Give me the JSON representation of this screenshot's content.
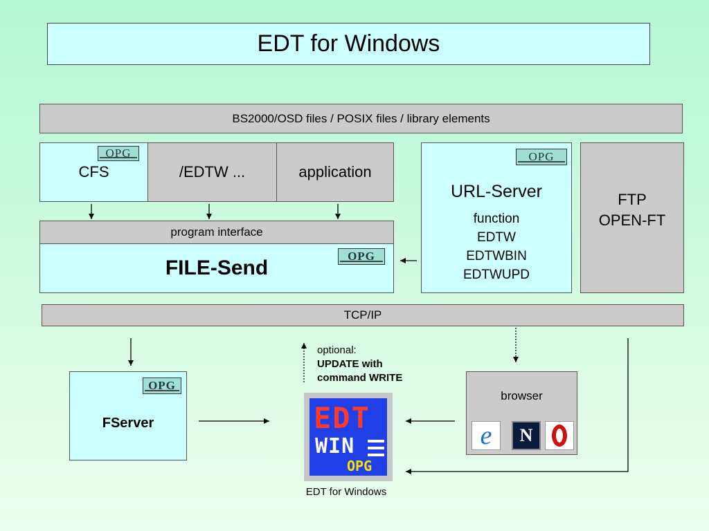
{
  "title": "EDT for Windows",
  "bs2000_label": "BS2000/OSD files /  POSIX files / library elements",
  "cfs_label": "CFS",
  "edtw_label": "/EDTW ...",
  "application_label": "application",
  "program_interface_label": "program interface",
  "file_send_label": "FILE-Send",
  "url_server": {
    "title": "URL-Server",
    "lines": [
      "function",
      "EDTW",
      "EDTWBIN",
      "EDTWUPD"
    ]
  },
  "ftp": {
    "line1": "FTP",
    "line2": "OPEN-FT"
  },
  "tcpip_label": "TCP/IP",
  "fserver_label": "FServer",
  "browser": {
    "label": "browser",
    "icons": [
      "internet-explorer-icon",
      "netscape-icon",
      "opera-icon"
    ],
    "netscape_glyph": "N"
  },
  "optional_note": {
    "line1": "optional:",
    "line2": "UPDATE with",
    "line3": "command WRITE"
  },
  "edt_logo": {
    "line1": "EDT",
    "line2": "WIN",
    "line3": "OPG"
  },
  "logo_caption": "EDT for Windows",
  "opg_logo_text": "OPG",
  "colors": {
    "box_cyan": "#ccffff",
    "box_gray": "#cbcbcb",
    "logo_blue": "#1f3fe8"
  }
}
